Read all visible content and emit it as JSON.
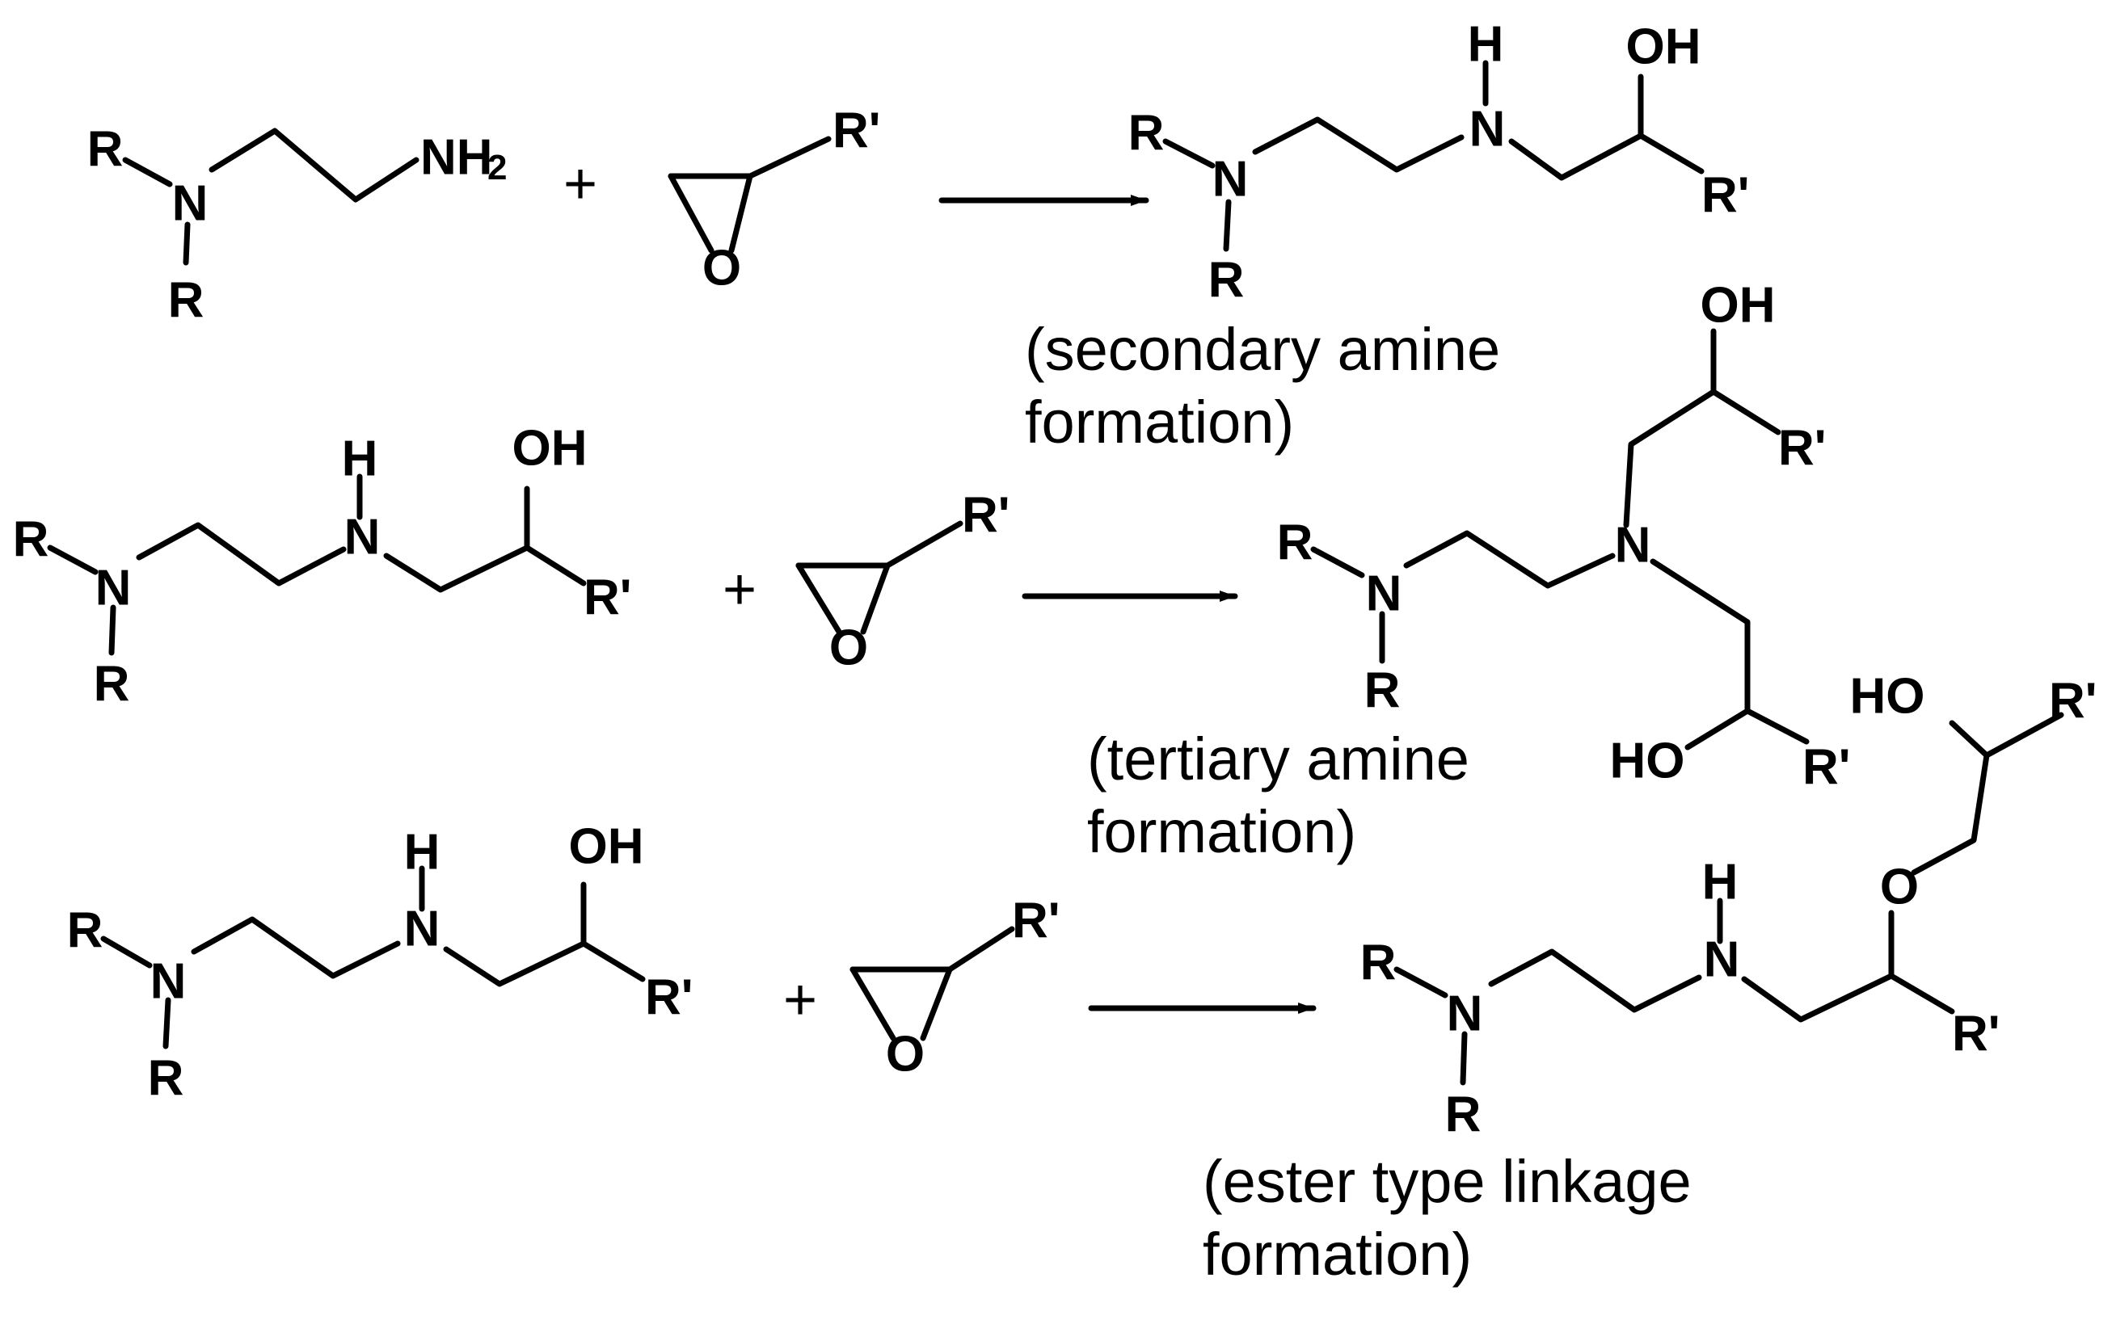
{
  "atoms": {
    "R": "R",
    "R_prime": "R'",
    "N": "N",
    "H": "H",
    "O": "O",
    "OH": "OH",
    "HO": "HO",
    "NH": "NH",
    "two": "2"
  },
  "operators": {
    "plus": "+"
  },
  "captions": {
    "secondary": [
      "(secondary amine",
      "formation)"
    ],
    "tertiary": [
      "(tertiary amine",
      "formation)"
    ],
    "ester": [
      "(ester type linkage",
      "formation)"
    ]
  }
}
